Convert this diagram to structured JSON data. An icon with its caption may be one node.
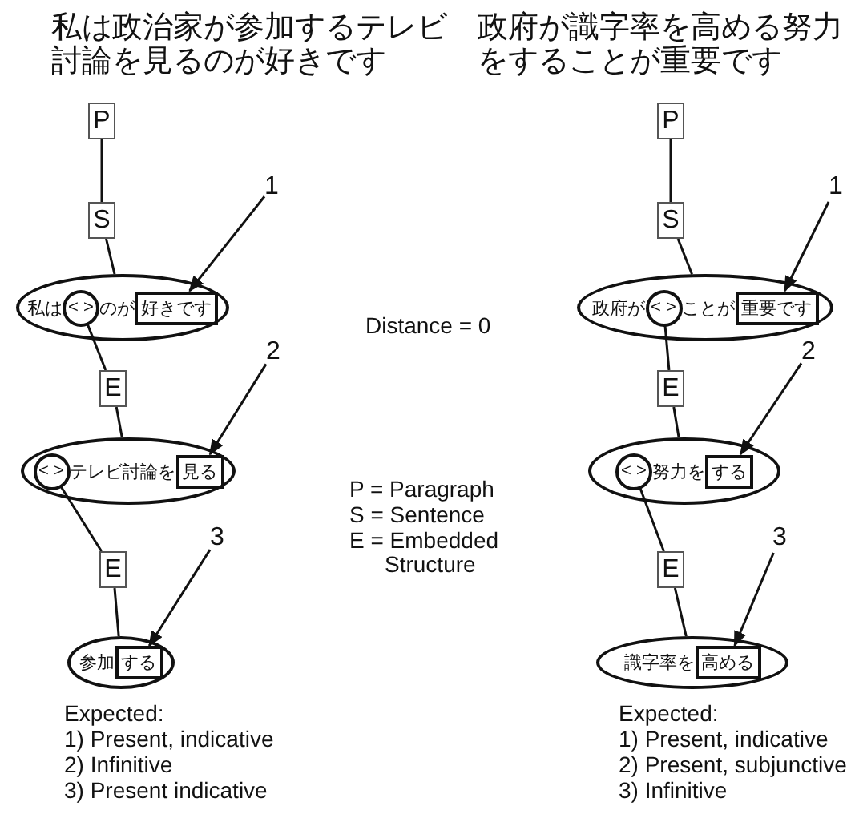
{
  "diagram": {
    "nodes": [
      {
        "text": [
          "P"
        ]
      },
      {
        "text": [
          "S"
        ]
      },
      {
        "text": [
          "私は",
          "のが"
        ]
      },
      {
        "text": [
          "< >"
        ],
        "in": 2
      },
      {
        "text": [
          "好きです"
        ],
        "in": 2
      },
      {
        "text": [
          "E"
        ]
      },
      {
        "text": [
          "テレビ討論を"
        ]
      },
      {
        "text": [
          "< >"
        ],
        "in": 6
      },
      {
        "text": [
          "見る"
        ],
        "in": 6
      },
      {
        "text": [
          "E"
        ]
      },
      {
        "text": [
          "参加"
        ]
      },
      {
        "text": [
          "する"
        ],
        "in": 10
      },
      {
        "text": [
          "1"
        ]
      },
      {
        "text": [
          "2"
        ]
      },
      {
        "text": [
          "3"
        ]
      },
      {
        "text": [
          "P"
        ]
      },
      {
        "text": [
          "S"
        ]
      },
      {
        "text": [
          "政府が",
          "ことが"
        ]
      },
      {
        "text": [
          "< >"
        ],
        "in": 17
      },
      {
        "text": [
          "重要です"
        ],
        "in": 17
      },
      {
        "text": [
          "E"
        ]
      },
      {
        "text": [
          "努力を"
        ]
      },
      {
        "text": [
          "< >"
        ],
        "in": 21
      },
      {
        "text": [
          "する"
        ],
        "in": 21
      },
      {
        "text": [
          "E"
        ]
      },
      {
        "text": [
          "識字率を"
        ]
      },
      {
        "text": [
          "高める"
        ],
        "in": 25
      },
      {
        "text": [
          "1"
        ]
      },
      {
        "text": [
          "2"
        ]
      },
      {
        "text": [
          "3"
        ]
      }
    ],
    "edges": [
      {
        "from": 0,
        "to": 1,
        "arrow": "none"
      },
      {
        "from": 1,
        "to": 2,
        "arrow": "none"
      },
      {
        "from": 3,
        "to": 5,
        "arrow": "none"
      },
      {
        "from": 5,
        "to": 6,
        "arrow": "none"
      },
      {
        "from": 7,
        "to": 9,
        "arrow": "none"
      },
      {
        "from": 9,
        "to": 10,
        "arrow": "none"
      },
      {
        "from": 12,
        "to": 4,
        "arrow": "to"
      },
      {
        "from": 13,
        "to": 8,
        "arrow": "to"
      },
      {
        "from": 14,
        "to": 11,
        "arrow": "to"
      },
      {
        "from": 15,
        "to": 16,
        "arrow": "none"
      },
      {
        "from": 16,
        "to": 17,
        "arrow": "none"
      },
      {
        "from": 18,
        "to": 20,
        "arrow": "none"
      },
      {
        "from": 20,
        "to": 21,
        "arrow": "none"
      },
      {
        "from": 22,
        "to": 24,
        "arrow": "none"
      },
      {
        "from": 24,
        "to": 25,
        "arrow": "none"
      },
      {
        "from": 27,
        "to": 19,
        "arrow": "to"
      },
      {
        "from": 28,
        "to": 23,
        "arrow": "to"
      },
      {
        "from": 29,
        "to": 26,
        "arrow": "to"
      }
    ],
    "labels": [
      "私は政治家が参加するテレビ討論を見るのが好きです",
      "政府が識字率を高める努力をすることが重要です",
      "Distance = 0",
      "P = Paragraph",
      "S = Sentence",
      "E = Embedded Structure",
      "Expected:",
      "1) Present, indicative",
      "2) Infinitive",
      "3) Present indicative",
      "Expected:",
      "1) Present, indicative",
      "2) Present, subjunctive",
      "3) Infinitive"
    ]
  }
}
